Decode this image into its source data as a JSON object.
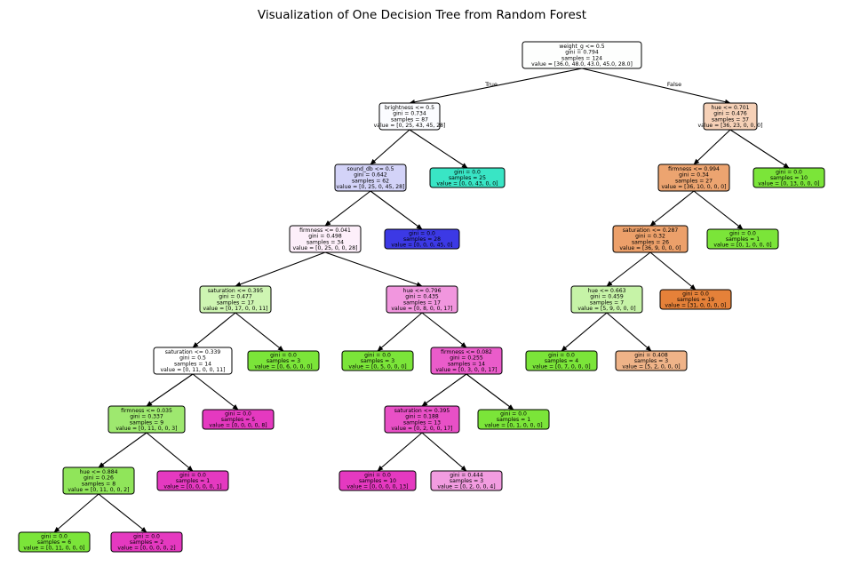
{
  "title": "Visualization of One Decision Tree from Random Forest",
  "edge_labels": {
    "true": "True",
    "false": "False"
  },
  "nodes": [
    {
      "id": "n0",
      "lines": [
        "weight_g <= 0.5",
        "gini = 0.794",
        "samples = 124",
        "value = [36.0, 48.0, 43.0, 45.0, 28.0]"
      ],
      "color": "#fdfefd"
    },
    {
      "id": "n1",
      "lines": [
        "brightness <= 0.5",
        "gini = 0.734",
        "samples = 87",
        "value = [0, 25, 43, 45, 28]"
      ],
      "color": "#fbfcff"
    },
    {
      "id": "n2",
      "lines": [
        "sound_db <= 0.5",
        "gini = 0.642",
        "samples = 62",
        "value = [0, 25, 0, 45, 28]"
      ],
      "color": "#d3d3f8"
    },
    {
      "id": "n3",
      "lines": [
        "firmness <= 0.041",
        "gini = 0.498",
        "samples = 34",
        "value = [0, 25, 0, 0, 28]"
      ],
      "color": "#fdeffa"
    },
    {
      "id": "n4",
      "lines": [
        "saturation <= 0.395",
        "gini = 0.477",
        "samples = 17",
        "value = [0, 17, 0, 0, 11]"
      ],
      "color": "#cef5b2"
    },
    {
      "id": "n5",
      "lines": [
        "saturation <= 0.339",
        "gini = 0.5",
        "samples = 14",
        "value = [0, 11, 0, 0, 11]"
      ],
      "color": "#ffffff"
    },
    {
      "id": "n6",
      "lines": [
        "firmness <= 0.035",
        "gini = 0.337",
        "samples = 9",
        "value = [0, 11, 0, 0, 3]"
      ],
      "color": "#9ee86f"
    },
    {
      "id": "n7",
      "lines": [
        "hue <= 0.884",
        "gini = 0.26",
        "samples = 8",
        "value = [0, 11, 0, 0, 2]"
      ],
      "color": "#90e55a"
    },
    {
      "id": "n8",
      "lines": [
        "gini = 0.0",
        "samples = 6",
        "value = [0, 11, 0, 0, 0]"
      ],
      "color": "#7be539"
    },
    {
      "id": "n9",
      "lines": [
        "gini = 0.0",
        "samples = 2",
        "value = [0, 0, 0, 0, 2]"
      ],
      "color": "#e539c0"
    },
    {
      "id": "n10",
      "lines": [
        "gini = 0.0",
        "samples = 1",
        "value = [0, 0, 0, 0, 1]"
      ],
      "color": "#e539c0"
    },
    {
      "id": "n11",
      "lines": [
        "gini = 0.0",
        "samples = 5",
        "value = [0, 0, 0, 0, 8]"
      ],
      "color": "#e539c0"
    },
    {
      "id": "n12",
      "lines": [
        "gini = 0.0",
        "samples = 3",
        "value = [0, 6, 0, 0, 0]"
      ],
      "color": "#7be539"
    },
    {
      "id": "n13",
      "lines": [
        "hue <= 0.796",
        "gini = 0.435",
        "samples = 17",
        "value = [0, 8, 0, 0, 17]"
      ],
      "color": "#f196de"
    },
    {
      "id": "n14",
      "lines": [
        "gini = 0.0",
        "samples = 3",
        "value = [0, 5, 0, 0, 0]"
      ],
      "color": "#7be539"
    },
    {
      "id": "n15",
      "lines": [
        "firmness <= 0.082",
        "gini = 0.255",
        "samples = 14",
        "value = [0, 3, 0, 0, 17]"
      ],
      "color": "#ea5cca"
    },
    {
      "id": "n16",
      "lines": [
        "saturation <= 0.395",
        "gini = 0.188",
        "samples = 13",
        "value = [0, 2, 0, 0, 17]"
      ],
      "color": "#e850c6"
    },
    {
      "id": "n17",
      "lines": [
        "gini = 0.0",
        "samples = 10",
        "value = [0, 0, 0, 0, 13]"
      ],
      "color": "#e539c0"
    },
    {
      "id": "n18",
      "lines": [
        "gini = 0.444",
        "samples = 3",
        "value = [0, 2, 0, 0, 4]"
      ],
      "color": "#f29ce0"
    },
    {
      "id": "n19",
      "lines": [
        "gini = 0.0",
        "samples = 1",
        "value = [0, 1, 0, 0, 0]"
      ],
      "color": "#7be539"
    },
    {
      "id": "n20",
      "lines": [
        "gini = 0.0",
        "samples = 28",
        "value = [0, 0, 0, 45, 0]"
      ],
      "color": "#3c39e5"
    },
    {
      "id": "n21",
      "lines": [
        "gini = 0.0",
        "samples = 25",
        "value = [0, 0, 43, 0, 0]"
      ],
      "color": "#39e5c5"
    },
    {
      "id": "n22",
      "lines": [
        "hue <= 0.701",
        "gini = 0.476",
        "samples = 37",
        "value = [36, 23, 0, 0, 0]"
      ],
      "color": "#f6d1b7"
    },
    {
      "id": "n23",
      "lines": [
        "firmness <= 0.994",
        "gini = 0.34",
        "samples = 27",
        "value = [36, 10, 0, 0, 0]"
      ],
      "color": "#eca470"
    },
    {
      "id": "n24",
      "lines": [
        "saturation <= 0.287",
        "gini = 0.32",
        "samples = 26",
        "value = [36, 9, 0, 0, 0]"
      ],
      "color": "#eca06a"
    },
    {
      "id": "n25",
      "lines": [
        "hue <= 0.663",
        "gini = 0.459",
        "samples = 7",
        "value = [5, 9, 0, 0, 0]"
      ],
      "color": "#c6f3a7"
    },
    {
      "id": "n26",
      "lines": [
        "gini = 0.0",
        "samples = 4",
        "value = [0, 7, 0, 0, 0]"
      ],
      "color": "#7be539"
    },
    {
      "id": "n27",
      "lines": [
        "gini = 0.408",
        "samples = 3",
        "value = [5, 2, 0, 0, 0]"
      ],
      "color": "#efb388"
    },
    {
      "id": "n28",
      "lines": [
        "gini = 0.0",
        "samples = 19",
        "value = [31, 0, 0, 0, 0]"
      ],
      "color": "#e58139"
    },
    {
      "id": "n29",
      "lines": [
        "gini = 0.0",
        "samples = 1",
        "value = [0, 1, 0, 0, 0]"
      ],
      "color": "#7be539"
    },
    {
      "id": "n30",
      "lines": [
        "gini = 0.0",
        "samples = 10",
        "value = [0, 13, 0, 0, 0]"
      ],
      "color": "#7be539"
    }
  ],
  "edges": [
    [
      "n0",
      "n1"
    ],
    [
      "n0",
      "n22"
    ],
    [
      "n1",
      "n2"
    ],
    [
      "n1",
      "n21"
    ],
    [
      "n2",
      "n3"
    ],
    [
      "n2",
      "n20"
    ],
    [
      "n3",
      "n4"
    ],
    [
      "n3",
      "n13"
    ],
    [
      "n4",
      "n5"
    ],
    [
      "n4",
      "n12"
    ],
    [
      "n5",
      "n6"
    ],
    [
      "n5",
      "n11"
    ],
    [
      "n6",
      "n7"
    ],
    [
      "n6",
      "n10"
    ],
    [
      "n7",
      "n8"
    ],
    [
      "n7",
      "n9"
    ],
    [
      "n13",
      "n14"
    ],
    [
      "n13",
      "n15"
    ],
    [
      "n15",
      "n16"
    ],
    [
      "n15",
      "n19"
    ],
    [
      "n16",
      "n17"
    ],
    [
      "n16",
      "n18"
    ],
    [
      "n22",
      "n23"
    ],
    [
      "n22",
      "n30"
    ],
    [
      "n23",
      "n24"
    ],
    [
      "n23",
      "n29"
    ],
    [
      "n24",
      "n25"
    ],
    [
      "n24",
      "n28"
    ],
    [
      "n25",
      "n26"
    ],
    [
      "n25",
      "n27"
    ]
  ]
}
